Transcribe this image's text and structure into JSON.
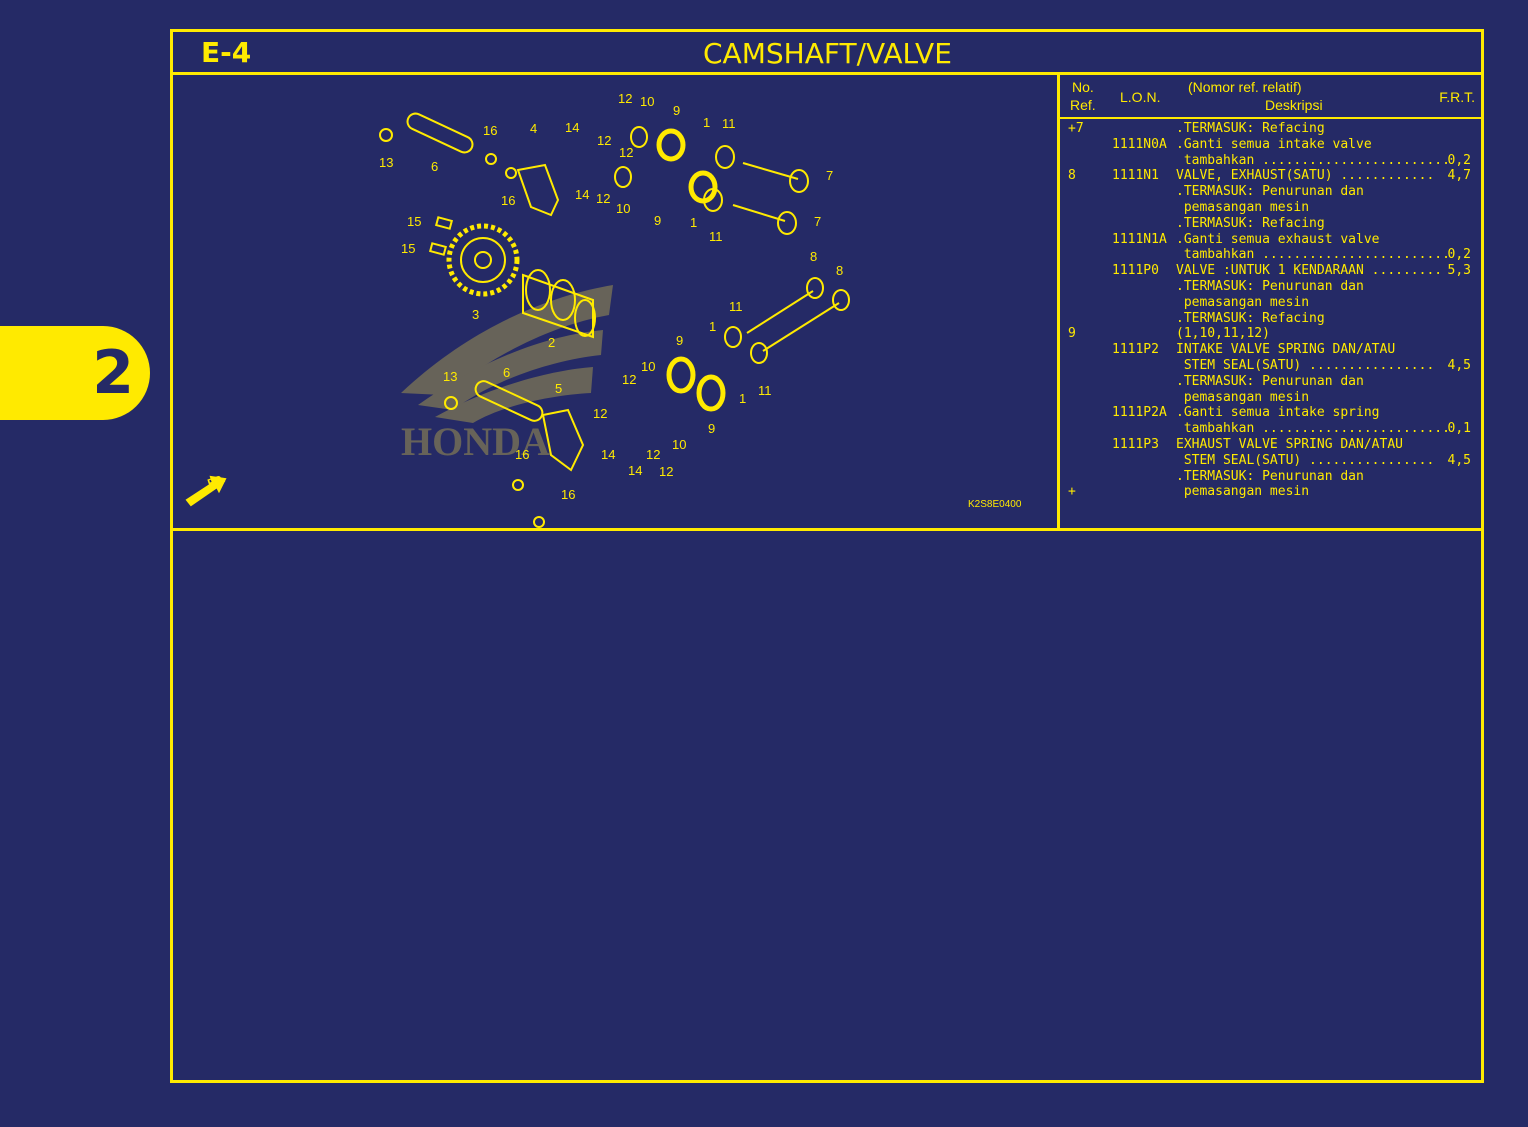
{
  "side_tab": {
    "number": "2"
  },
  "header": {
    "code": "E-4",
    "title": "CAMSHAFT/VALVE"
  },
  "diagram": {
    "drawing_code": "K2S8E0400",
    "direction_label": "FR.",
    "brand_watermark": "HONDA",
    "callouts": {
      "c1": "12",
      "c2": "10",
      "c3": "9",
      "c4": "1",
      "c5": "11",
      "c6": "14",
      "c7": "12",
      "c8": "12",
      "c9": "16",
      "c10": "4",
      "c11": "13",
      "c12": "6",
      "c13": "16",
      "c14": "14",
      "c15": "12",
      "c16": "10",
      "c17": "9",
      "c18": "1",
      "c19": "11",
      "c20": "7",
      "c21": "7",
      "c22": "15",
      "c23": "15",
      "c24": "3",
      "c25": "2",
      "c26": "8",
      "c27": "8",
      "c28": "11",
      "c29": "1",
      "c30": "9",
      "c31": "10",
      "c32": "12",
      "c33": "13",
      "c34": "6",
      "c35": "5",
      "c36": "12",
      "c37": "14",
      "c38": "16",
      "c39": "16",
      "c40": "14",
      "c41": "12",
      "c42": "12",
      "c43": "10",
      "c44": "9",
      "c45": "1",
      "c46": "11"
    }
  },
  "parts_table": {
    "col_ref": "No. Ref.",
    "col_ref_line1": "No.",
    "col_ref_line2": "Ref.",
    "col_lon": "L.O.N.",
    "col_desc_line1": "(Nomor ref. relatif)",
    "col_desc_line2": "Deskripsi",
    "col_frt": "F.R.T.",
    "rows": [
      {
        "ref": "+7",
        "lon": "",
        "desc": ".TERMASUK: Refacing",
        "frt": ""
      },
      {
        "ref": "",
        "lon": "1111N0A",
        "desc": ".Ganti semua intake valve",
        "frt": ""
      },
      {
        "ref": "",
        "lon": "",
        "desc": " tambahkan ........................",
        "frt": "0,2"
      },
      {
        "ref": "8",
        "lon": "1111N1",
        "desc": "VALVE, EXHAUST(SATU) ............",
        "frt": "4,7"
      },
      {
        "ref": "",
        "lon": "",
        "desc": ".TERMASUK: Penurunan dan",
        "frt": ""
      },
      {
        "ref": "",
        "lon": "",
        "desc": " pemasangan mesin",
        "frt": ""
      },
      {
        "ref": "",
        "lon": "",
        "desc": ".TERMASUK: Refacing",
        "frt": ""
      },
      {
        "ref": "",
        "lon": "1111N1A",
        "desc": ".Ganti semua exhaust valve",
        "frt": ""
      },
      {
        "ref": "",
        "lon": "",
        "desc": " tambahkan ........................",
        "frt": "0,2"
      },
      {
        "ref": "",
        "lon": "1111P0",
        "desc": "VALVE :UNTUK 1 KENDARAAN .........",
        "frt": "5,3"
      },
      {
        "ref": "",
        "lon": "",
        "desc": ".TERMASUK: Penurunan dan",
        "frt": ""
      },
      {
        "ref": "",
        "lon": "",
        "desc": " pemasangan mesin",
        "frt": ""
      },
      {
        "ref": "",
        "lon": "",
        "desc": ".TERMASUK: Refacing",
        "frt": ""
      },
      {
        "ref": "9",
        "lon": "",
        "desc": "(1,10,11,12)",
        "frt": ""
      },
      {
        "ref": "",
        "lon": "1111P2",
        "desc": "INTAKE VALVE SPRING DAN/ATAU",
        "frt": ""
      },
      {
        "ref": "",
        "lon": "",
        "desc": " STEM SEAL(SATU) ................",
        "frt": "4,5"
      },
      {
        "ref": "",
        "lon": "",
        "desc": ".TERMASUK: Penurunan dan",
        "frt": ""
      },
      {
        "ref": "",
        "lon": "",
        "desc": " pemasangan mesin",
        "frt": ""
      },
      {
        "ref": "",
        "lon": "1111P2A",
        "desc": ".Ganti semua intake spring",
        "frt": ""
      },
      {
        "ref": "",
        "lon": "",
        "desc": " tambahkan ........................",
        "frt": "0,1"
      },
      {
        "ref": "",
        "lon": "1111P3",
        "desc": "EXHAUST VALVE SPRING DAN/ATAU",
        "frt": ""
      },
      {
        "ref": "",
        "lon": "",
        "desc": " STEM SEAL(SATU) ................",
        "frt": "4,5"
      },
      {
        "ref": "",
        "lon": "",
        "desc": ".TERMASUK: Penurunan dan",
        "frt": ""
      },
      {
        "ref": "+",
        "lon": "",
        "desc": " pemasangan mesin",
        "frt": ""
      }
    ]
  },
  "colors": {
    "background": "#252a66",
    "ink": "#ffea00"
  }
}
